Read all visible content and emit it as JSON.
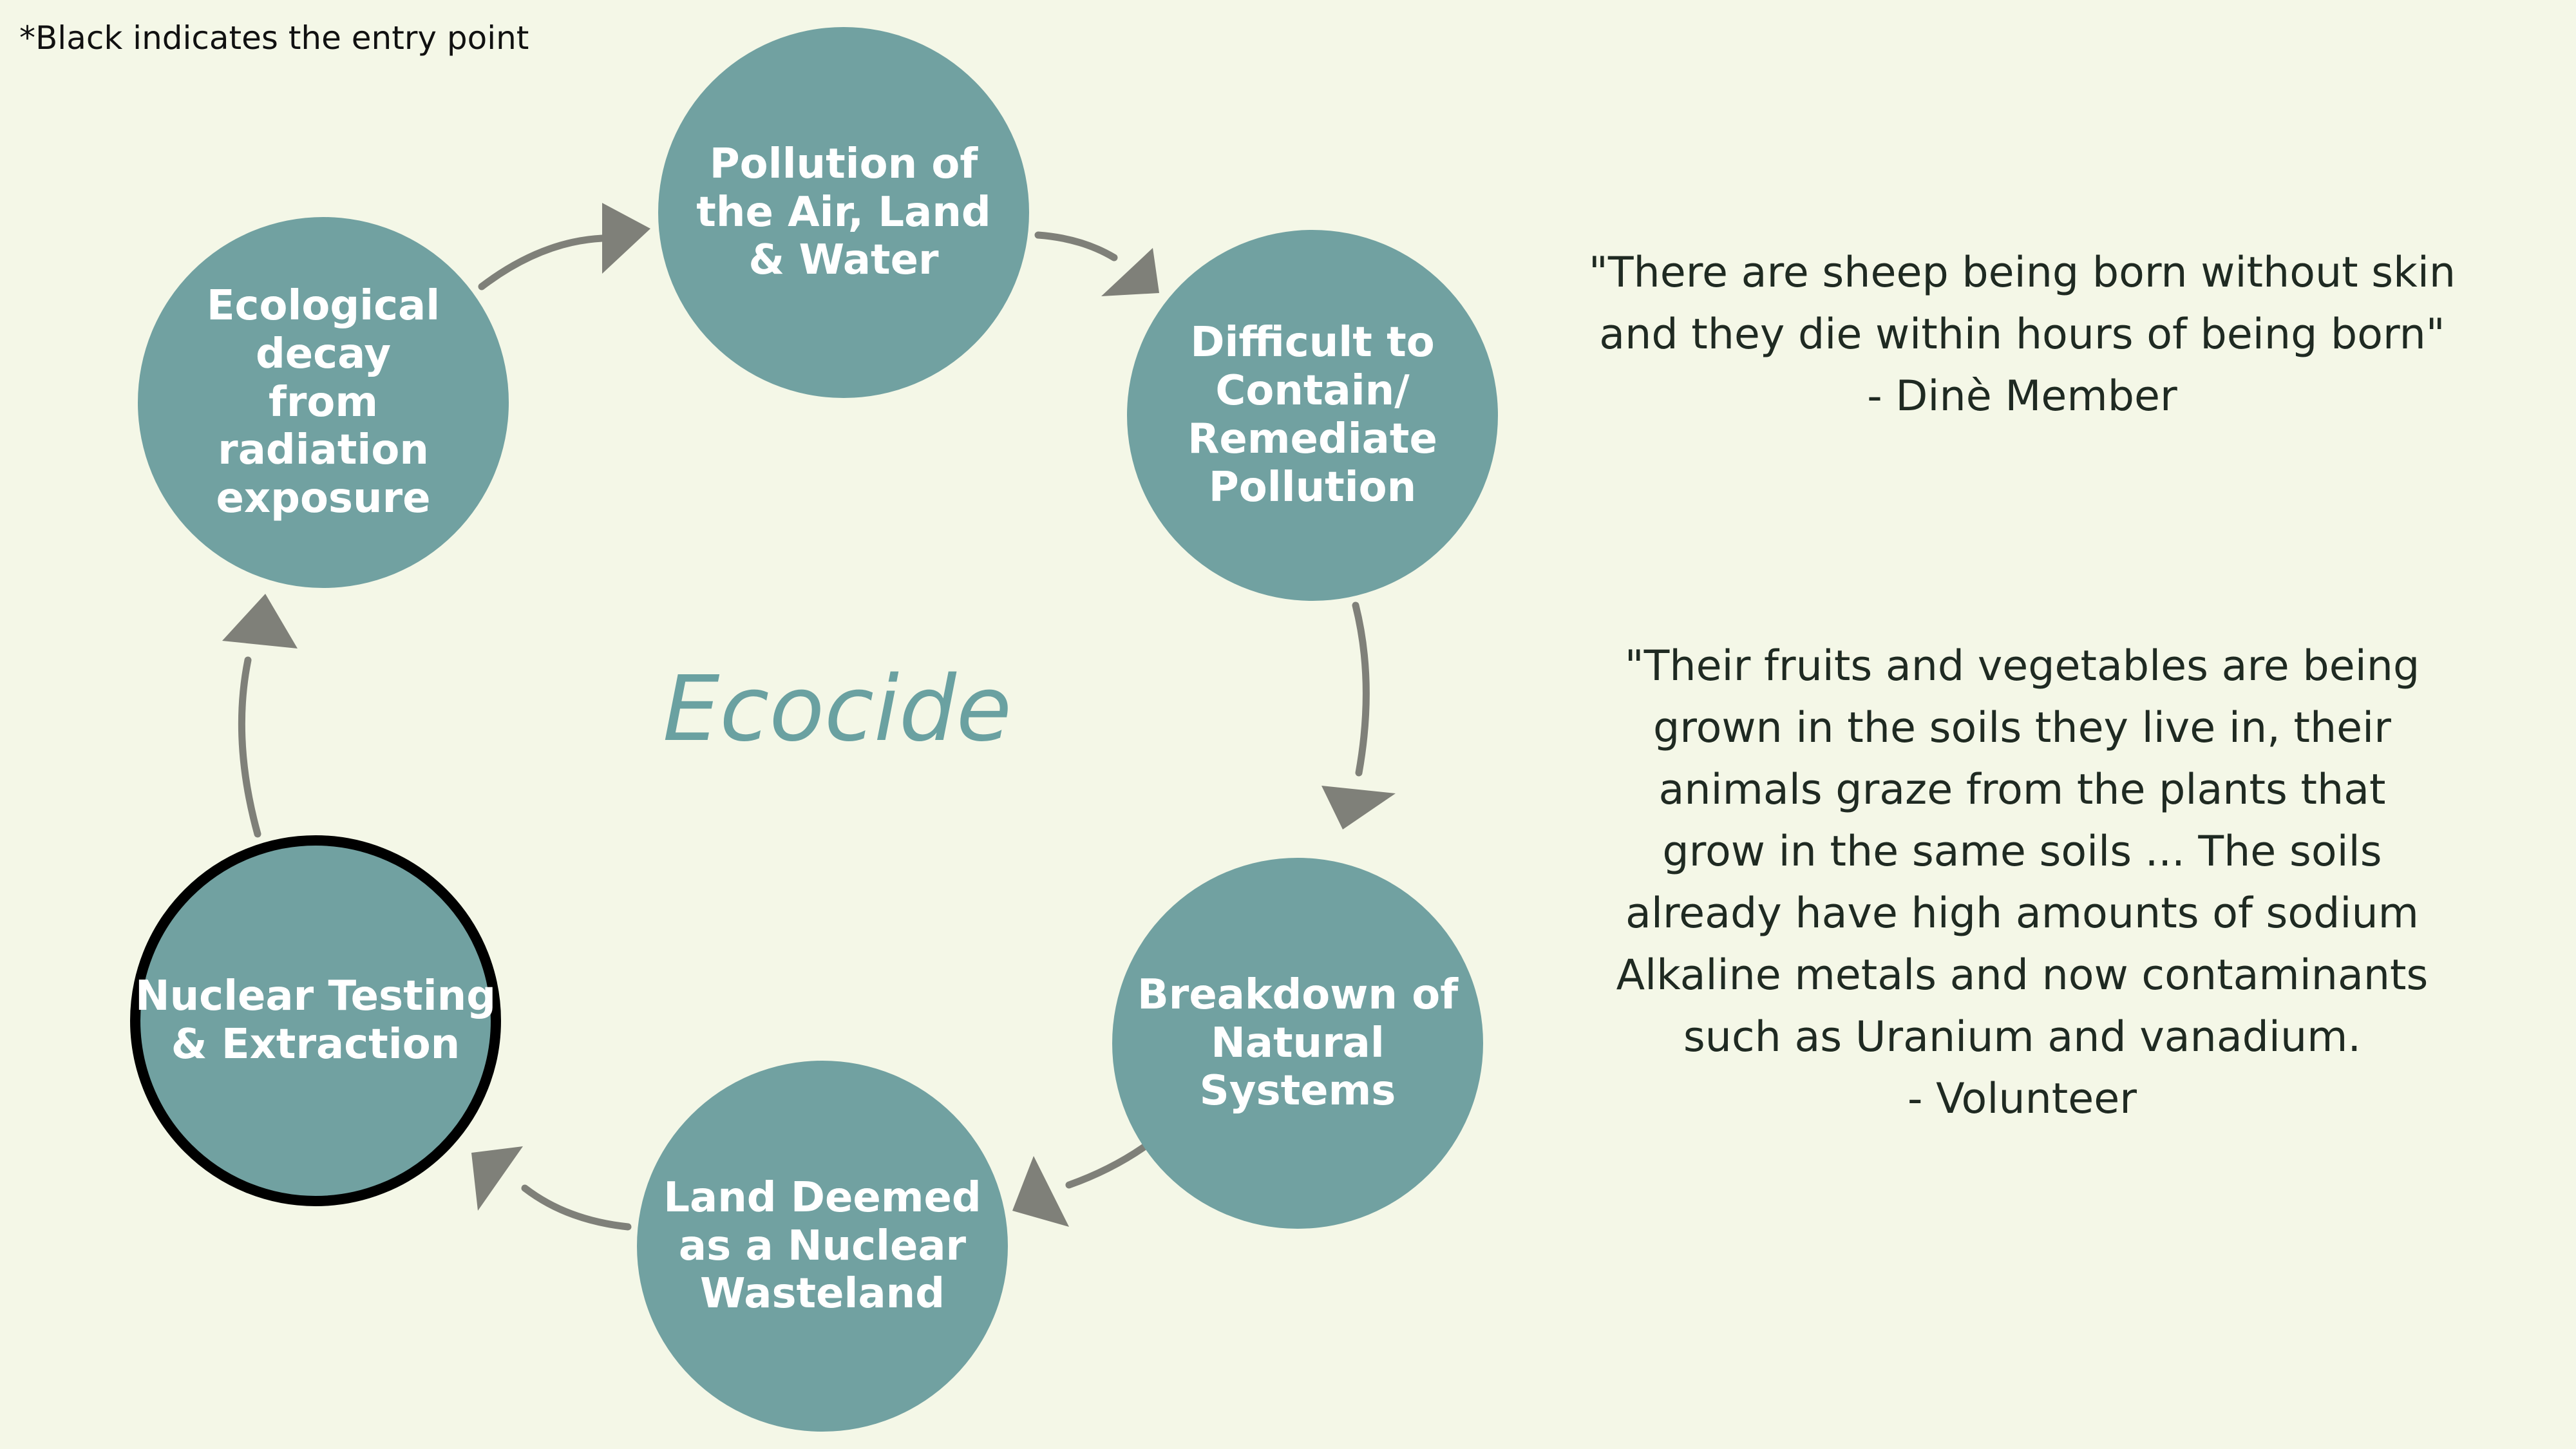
{
  "note": "*Black indicates the entry point",
  "center_title": "Ecocide",
  "colors": {
    "background": "#f4f7e7",
    "circle_fill": "#71a1a1",
    "entry_border": "#000000",
    "arrow": "#7f8079",
    "title": "#6aa1a1",
    "text_dark": "#1f2a22"
  },
  "cycle": {
    "nodes": [
      {
        "id": "pollution",
        "label": "Pollution of\nthe Air, Land\n& Water",
        "entry": false
      },
      {
        "id": "contain",
        "label": "Difficult to\nContain/\nRemediate\nPollution",
        "entry": false
      },
      {
        "id": "breakdown",
        "label": "Breakdown of\nNatural Systems",
        "entry": false
      },
      {
        "id": "wasteland",
        "label": "Land Deemed\nas a Nuclear\nWasteland",
        "entry": false
      },
      {
        "id": "nuclear",
        "label": "Nuclear Testing\n& Extraction",
        "entry": true
      },
      {
        "id": "ecological",
        "label": "Ecological\ndecay\nfrom\nradiation\nexposure",
        "entry": false
      }
    ]
  },
  "quotes": [
    {
      "lines": [
        "\"There are sheep being born without skin",
        "and they die within hours of being born\"",
        "- Dinè Member"
      ]
    },
    {
      "lines": [
        "\"Their fruits and vegetables are being",
        "grown in the soils they live in, their",
        "animals graze from the plants that",
        "grow in the same soils ... The soils",
        "already have high amounts of sodium",
        "Alkaline metals and now contaminants",
        "such as Uranium and vanadium.",
        "- Volunteer"
      ]
    }
  ]
}
